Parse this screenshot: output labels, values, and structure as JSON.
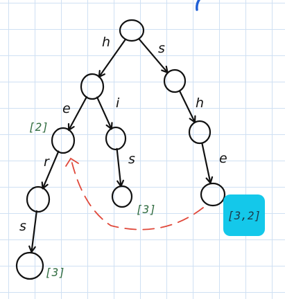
{
  "diagram": {
    "nodes": [
      {
        "id": "root"
      },
      {
        "id": "h"
      },
      {
        "id": "s"
      },
      {
        "id": "he",
        "annotation": "[2]"
      },
      {
        "id": "hi"
      },
      {
        "id": "sh"
      },
      {
        "id": "her"
      },
      {
        "id": "his",
        "annotation": "[3]"
      },
      {
        "id": "she",
        "annotation": "[3,2]"
      },
      {
        "id": "hers",
        "annotation": "[3]"
      }
    ],
    "edges": [
      {
        "from": "root",
        "to": "h",
        "label": "h"
      },
      {
        "from": "root",
        "to": "s",
        "label": "s"
      },
      {
        "from": "h",
        "to": "he",
        "label": "e"
      },
      {
        "from": "h",
        "to": "hi",
        "label": "i"
      },
      {
        "from": "s",
        "to": "sh",
        "label": "h"
      },
      {
        "from": "he",
        "to": "her",
        "label": "r"
      },
      {
        "from": "hi",
        "to": "his",
        "label": "s"
      },
      {
        "from": "sh",
        "to": "she",
        "label": "e"
      },
      {
        "from": "her",
        "to": "hers",
        "label": "s"
      }
    ],
    "suffix_link": {
      "from": "she",
      "to": "he"
    }
  },
  "colors": {
    "ink": "#111111",
    "annotation": "#2f6b3f",
    "suffix_link": "#e0483a",
    "highlight": "#14c8ea",
    "grid": "#cfe0f3"
  }
}
